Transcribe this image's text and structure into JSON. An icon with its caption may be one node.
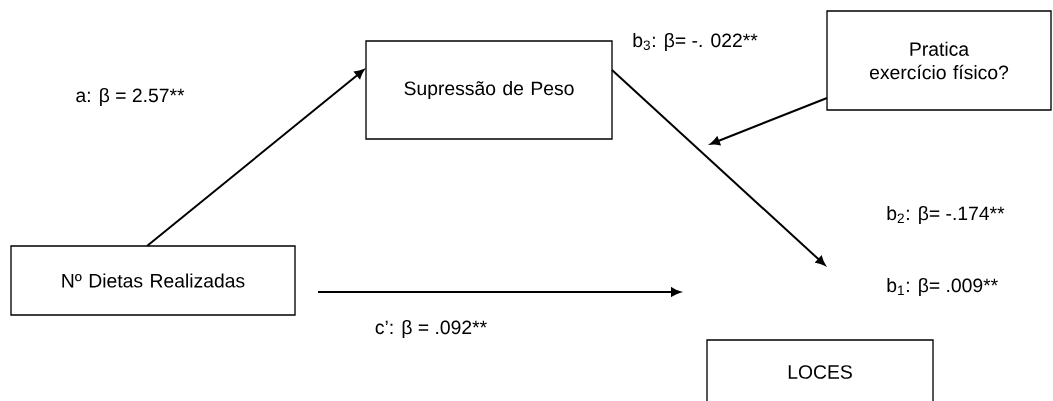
{
  "diagram": {
    "nodes": [
      {
        "text": [
          "Supressão de Peso"
        ]
      },
      {
        "text": [
          "Pratica exercício físico?"
        ]
      },
      {
        "text": [
          "Nº Dietas Realizadas"
        ]
      },
      {
        "text": [
          "LOCES"
        ]
      }
    ],
    "edges": [
      {
        "from": 2,
        "to": 0,
        "arrow": "to",
        "label": "a: β = 2.57**"
      },
      {
        "from": 0,
        "to": null,
        "arrow": "to"
      },
      {
        "from": 1,
        "to": null,
        "arrow": "to"
      },
      {
        "from": 2,
        "to": null,
        "arrow": "to",
        "label": "c’: β = .092**"
      }
    ],
    "labels": [
      "b$_{3}$: β= -. 022**",
      "b$_{2}$: β= -.174**",
      "b$_{1}$: β= .009**"
    ]
  }
}
